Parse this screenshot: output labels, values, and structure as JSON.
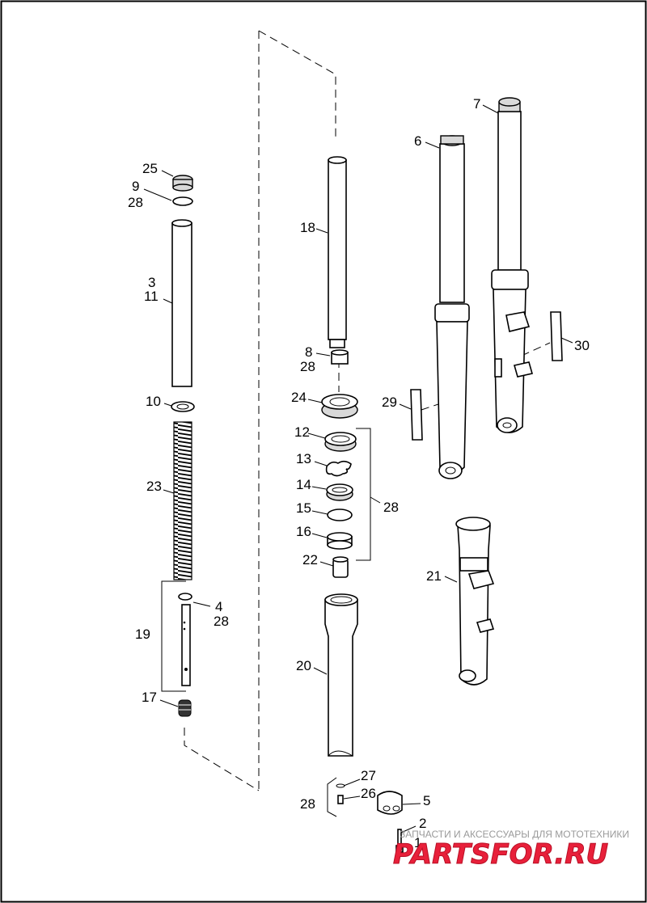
{
  "diagram": {
    "labels": [
      {
        "id": "l25",
        "text": "25"
      },
      {
        "id": "l9",
        "text": "9"
      },
      {
        "id": "l28a",
        "text": "28"
      },
      {
        "id": "l3",
        "text": "3"
      },
      {
        "id": "l11",
        "text": "11"
      },
      {
        "id": "l10",
        "text": "10"
      },
      {
        "id": "l23",
        "text": "23"
      },
      {
        "id": "l4",
        "text": "4"
      },
      {
        "id": "l28b",
        "text": "28"
      },
      {
        "id": "l19",
        "text": "19"
      },
      {
        "id": "l17",
        "text": "17"
      },
      {
        "id": "l18",
        "text": "18"
      },
      {
        "id": "l8",
        "text": "8"
      },
      {
        "id": "l28c",
        "text": "28"
      },
      {
        "id": "l24",
        "text": "24"
      },
      {
        "id": "l12",
        "text": "12"
      },
      {
        "id": "l13",
        "text": "13"
      },
      {
        "id": "l14",
        "text": "14"
      },
      {
        "id": "l15",
        "text": "15"
      },
      {
        "id": "l16",
        "text": "16"
      },
      {
        "id": "l22",
        "text": "22"
      },
      {
        "id": "l28d",
        "text": "28"
      },
      {
        "id": "l20",
        "text": "20"
      },
      {
        "id": "l27",
        "text": "27"
      },
      {
        "id": "l26",
        "text": "26"
      },
      {
        "id": "l28e",
        "text": "28"
      },
      {
        "id": "l5",
        "text": "5"
      },
      {
        "id": "l2",
        "text": "2"
      },
      {
        "id": "l1",
        "text": "1"
      },
      {
        "id": "l6",
        "text": "6"
      },
      {
        "id": "l7",
        "text": "7"
      },
      {
        "id": "l29",
        "text": "29"
      },
      {
        "id": "l30",
        "text": "30"
      },
      {
        "id": "l21",
        "text": "21"
      }
    ]
  },
  "watermark": {
    "caption": "ЗАПЧАСТИ И АКСЕССУАРЫ ДЛЯ МОТОТЕХНИКИ",
    "logo": "PARTSFOR.RU",
    "logo_color": "#e8203a"
  }
}
